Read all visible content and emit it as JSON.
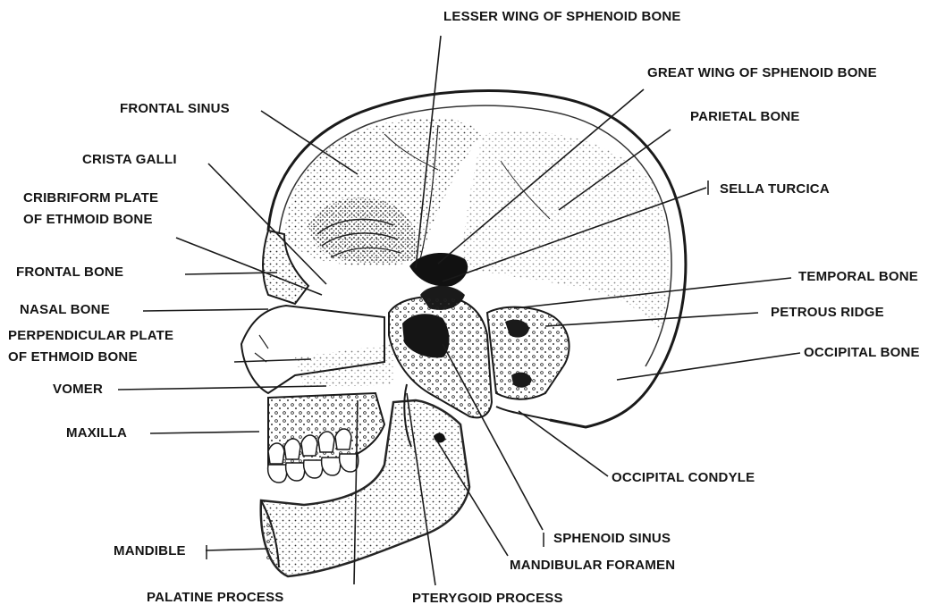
{
  "labels": {
    "lesser_wing": "LESSER WING OF SPHENOID BONE",
    "great_wing": "GREAT WING OF SPHENOID BONE",
    "frontal_sinus": "FRONTAL SINUS",
    "parietal_bone": "PARIETAL BONE",
    "crista_galli": "CRISTA GALLI",
    "sella_turcica": "SELLA TURCICA",
    "cribriform_line1": "CRIBRIFORM PLATE",
    "cribriform_line2": "OF ETHMOID BONE",
    "frontal_bone": "FRONTAL BONE",
    "temporal_bone": "TEMPORAL BONE",
    "nasal_bone": "NASAL BONE",
    "petrous_ridge": "PETROUS RIDGE",
    "perpendicular_line1": "PERPENDICULAR PLATE",
    "perpendicular_line2": "OF ETHMOID BONE",
    "occipital_bone": "OCCIPITAL BONE",
    "vomer": "VOMER",
    "maxilla": "MAXILLA",
    "occipital_condyle": "OCCIPITAL CONDYLE",
    "sphenoid_sinus": "SPHENOID SINUS",
    "mandible": "MANDIBLE",
    "mandibular_foramen": "MANDIBULAR FORAMEN",
    "palatine_process": "PALATINE PROCESS",
    "pterygoid_process": "PTERYGOID PROCESS"
  },
  "colors": {
    "ink": "#141414",
    "bone_shade": "#2a2a2a",
    "background": "#ffffff"
  }
}
